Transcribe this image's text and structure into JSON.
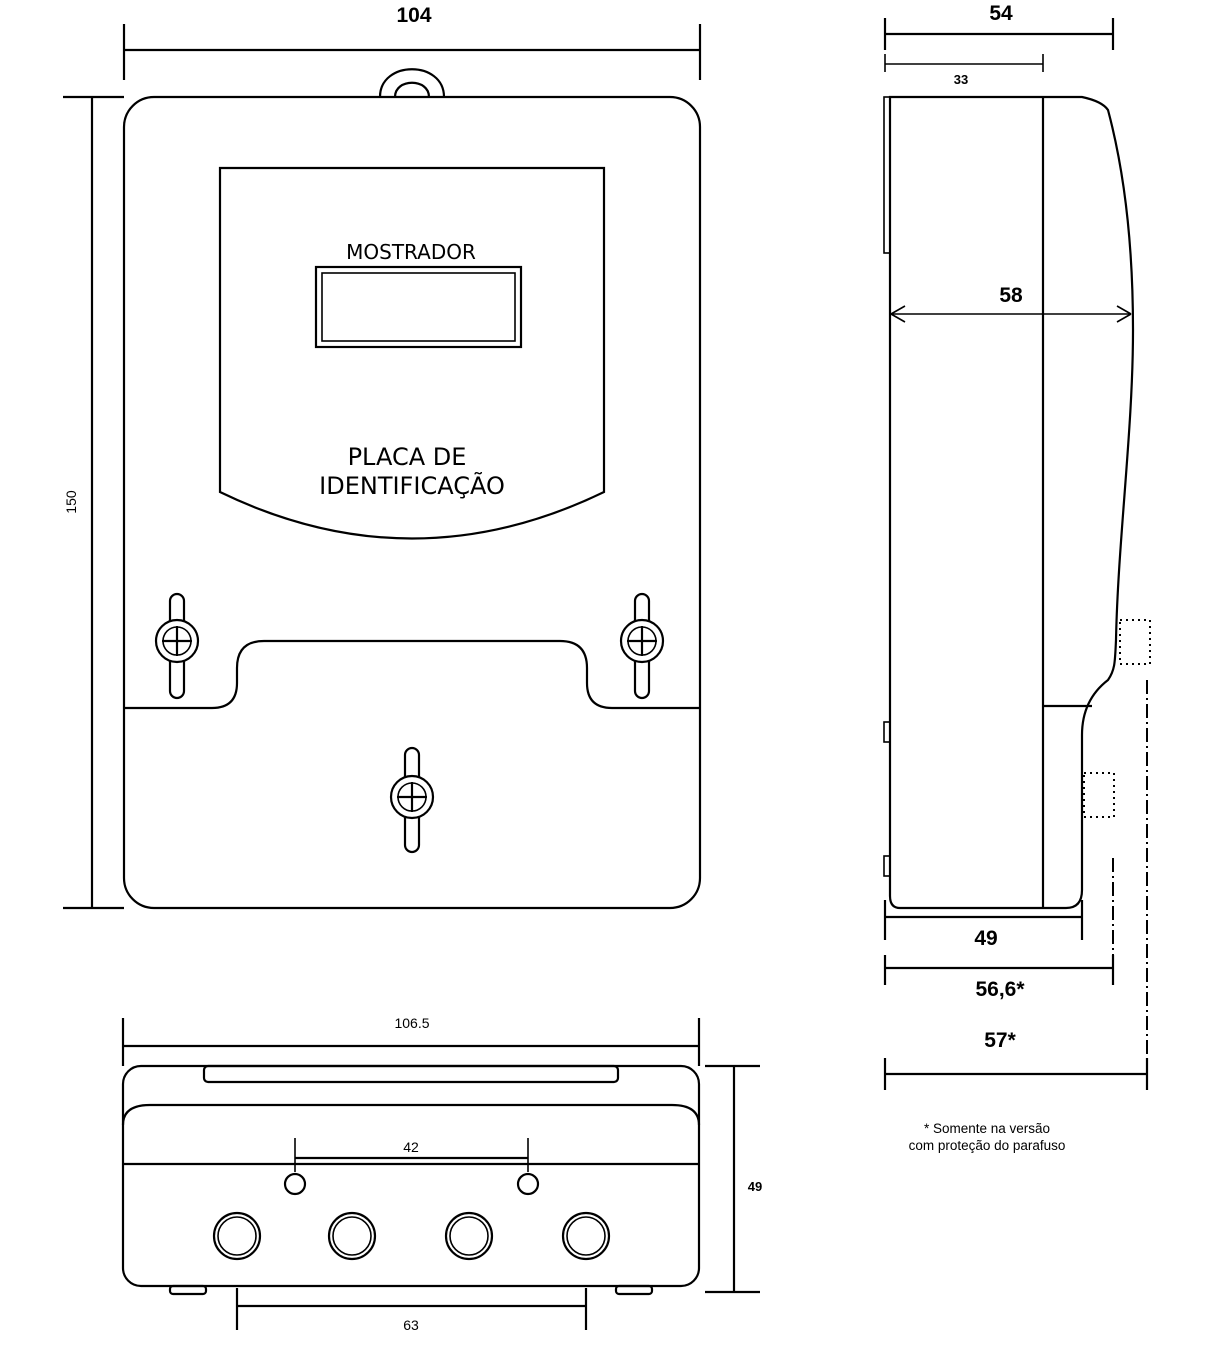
{
  "front_view": {
    "width_dim": "104",
    "height_dim": "150",
    "display_label": "MOSTRADOR",
    "plate_label_line1": "PLACA DE",
    "plate_label_line2": "IDENTIFICAÇÃO"
  },
  "side_view": {
    "depth_total_dim": "54",
    "depth_inner_dim": "33",
    "depth_mid_dim": "58",
    "depth_base_dim": "49",
    "depth_opt1_dim": "56,6*",
    "depth_opt2_dim": "57*",
    "footnote_line1": "* Somente na versão",
    "footnote_line2": "com proteção do parafuso"
  },
  "bottom_view": {
    "width_dim": "106.5",
    "height_dim": "49",
    "hole_spacing_dim": "42",
    "terminal_span_dim": "63"
  }
}
